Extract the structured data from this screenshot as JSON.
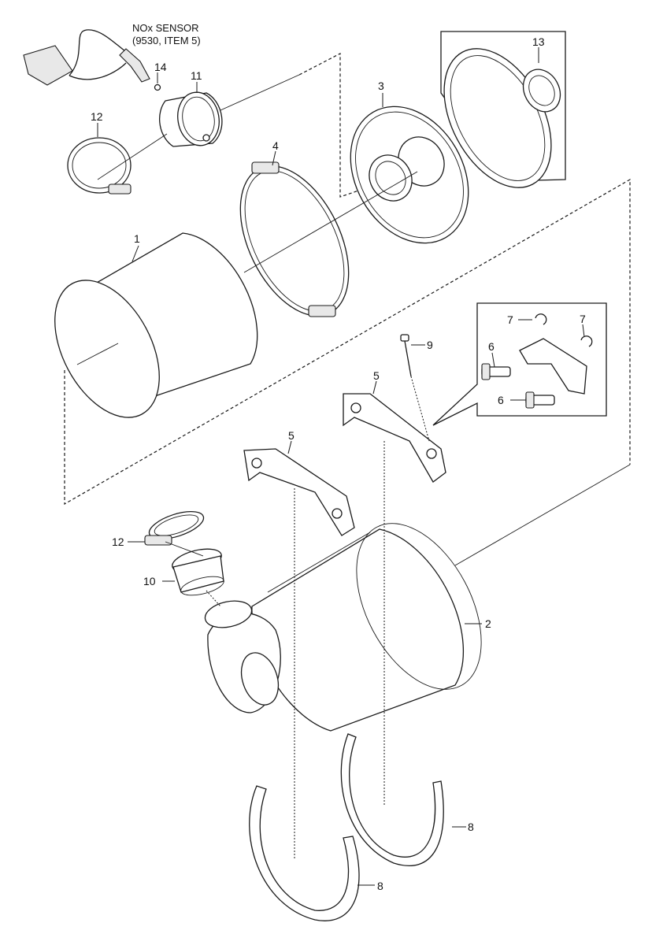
{
  "caption": {
    "line1": "NOx SENSOR",
    "line2": "(9530, ITEM 5)"
  },
  "labels": {
    "p1": "1",
    "p2": "2",
    "p3": "3",
    "p4": "4",
    "p5a": "5",
    "p5b": "5",
    "p6a": "6",
    "p6b": "6",
    "p7a": "7",
    "p7b": "7",
    "p8a": "8",
    "p8b": "8",
    "p9": "9",
    "p10": "10",
    "p11": "11",
    "p12a": "12",
    "p12b": "12",
    "p13": "13",
    "p14": "14"
  }
}
